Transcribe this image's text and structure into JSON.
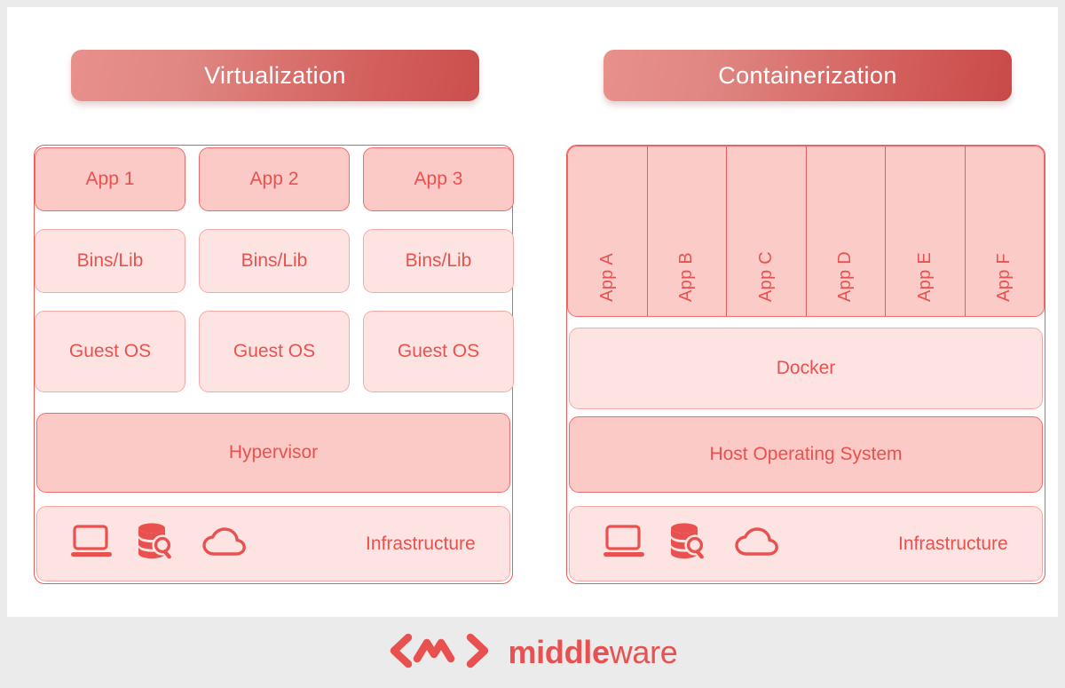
{
  "diagram": {
    "left": {
      "banner": "Virtualization",
      "app_row": [
        "App 1",
        "App 2",
        "App 3"
      ],
      "bins_row": [
        "Bins/Lib",
        "Bins/Lib",
        "Bins/Lib"
      ],
      "guest_row": [
        "Guest OS",
        "Guest OS",
        "Guest OS"
      ],
      "hypervisor": "Hypervisor",
      "infrastructure": "Infrastructure",
      "infra_icons": [
        "laptop-icon",
        "database-search-icon",
        "cloud-icon"
      ]
    },
    "right": {
      "banner": "Containerization",
      "apps": [
        "App A",
        "App B",
        "App C",
        "App D",
        "App E",
        "App F"
      ],
      "docker": "Docker",
      "host_os": "Host Operating System",
      "infrastructure": "Infrastructure",
      "infra_icons": [
        "laptop-icon",
        "database-search-icon",
        "cloud-icon"
      ]
    }
  },
  "footer": {
    "logo_mark": "angle-bracket-wave-logo-icon",
    "brand_bold": "middle",
    "brand_light": "ware"
  },
  "colors": {
    "accent_text": "#e8514f",
    "border": "#ef6b69",
    "fill_dark": "#fbc9c6",
    "fill_light": "#fde4e2",
    "banner_gradient_start": "#e8908b",
    "banner_gradient_end": "#cb4f4c",
    "page_background": "#ebebeb",
    "sheet_background": "#ffffff"
  }
}
